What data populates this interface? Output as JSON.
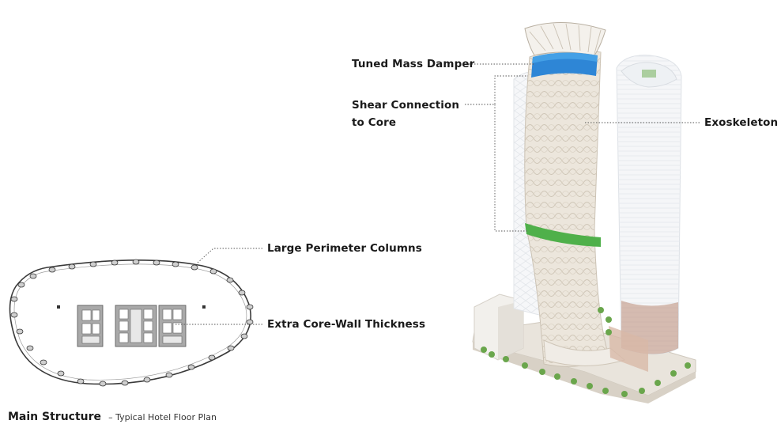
{
  "callouts": {
    "tuned_mass_damper": "Tuned Mass Damper",
    "shear_connection_line1": "Shear Connection",
    "shear_connection_line2": "to Core",
    "exoskeleton": "Exoskeleton",
    "large_perimeter_columns": "Large Perimeter Columns",
    "extra_core_wall_thickness": "Extra Core-Wall Thickness"
  },
  "caption": {
    "title": "Main Structure",
    "subtitle": "– Typical Hotel Floor Plan"
  },
  "colors": {
    "damper_band": "#2e86d6",
    "shear_band": "#4fb04a",
    "tower_fill": "#ece6dc",
    "tower_lattice": "#d4cbbd",
    "plan_core": "#a9a9a9",
    "plan_outline": "#444444",
    "leader_line": "#555555",
    "greenery": "#6aa64c"
  }
}
